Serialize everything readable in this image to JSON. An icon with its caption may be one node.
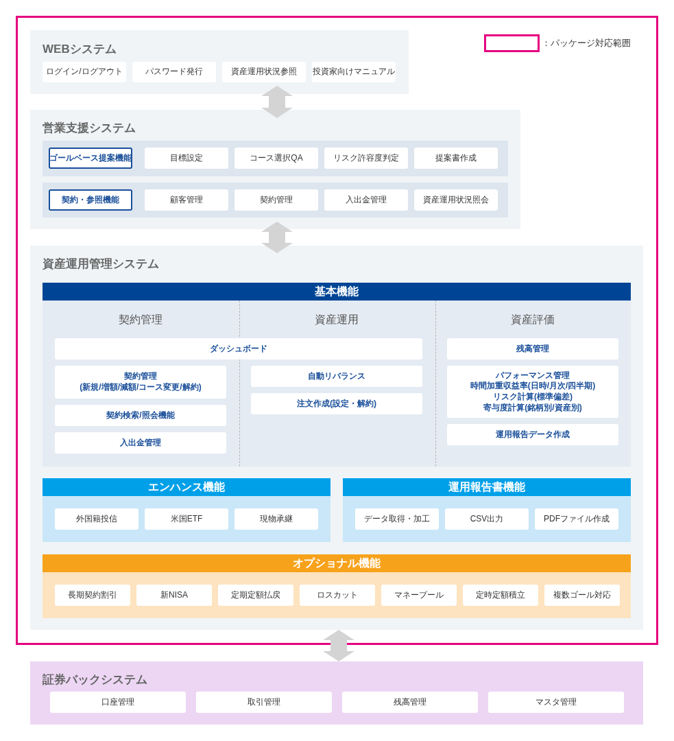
{
  "diagram": {
    "nodes": [
      {
        "text": [],
        "shape": "box"
      },
      {
        "text": [
          "WEBシステム"
        ],
        "in": 0
      },
      {
        "text": [
          "ログイン/ログアウト"
        ],
        "in": 1
      },
      {
        "text": [
          "パスワード発行"
        ],
        "in": 1
      },
      {
        "text": [
          "資産運用状況参照"
        ],
        "in": 1
      },
      {
        "text": [
          "投資家向けマニュアル"
        ],
        "in": 1
      },
      {
        "text": [
          "営業支援システム"
        ],
        "in": 0
      },
      {
        "text": [],
        "shape": "box",
        "in": 6
      },
      {
        "text": [
          "ゴールベース提案機能"
        ],
        "in": 7
      },
      {
        "text": [
          "目標設定"
        ],
        "in": 7
      },
      {
        "text": [
          "コース選択QA"
        ],
        "in": 7
      },
      {
        "text": [
          "リスク許容度判定"
        ],
        "in": 7
      },
      {
        "text": [
          "提案書作成"
        ],
        "in": 7
      },
      {
        "text": [],
        "shape": "box",
        "in": 6
      },
      {
        "text": [
          "契約・参照機能"
        ],
        "in": 13
      },
      {
        "text": [
          "顧客管理"
        ],
        "in": 13
      },
      {
        "text": [
          "契約管理"
        ],
        "in": 13
      },
      {
        "text": [
          "入出金管理"
        ],
        "in": 13
      },
      {
        "text": [
          "資産運用状況照会"
        ],
        "in": 13
      },
      {
        "text": [
          "資産運用管理システム"
        ],
        "in": 0
      },
      {
        "text": [
          "基本機能",
          "契約管理",
          "資産運用",
          "資産評価"
        ],
        "in": 19
      },
      {
        "text": [
          "ダッシュボード"
        ],
        "in": 20
      },
      {
        "text": [
          "契約管理",
          "(新規/増額/減額/コース変更/解約)"
        ],
        "in": 20
      },
      {
        "text": [
          "契約検索/照会機能"
        ],
        "in": 20
      },
      {
        "text": [
          "入出金管理"
        ],
        "in": 20
      },
      {
        "text": [
          "自動リバランス"
        ],
        "in": 20
      },
      {
        "text": [
          "注文作成(設定・解約)"
        ],
        "in": 20
      },
      {
        "text": [
          "残高管理"
        ],
        "in": 20
      },
      {
        "text": [
          "パフォーマンス管理",
          "時間加重収益率(日時/月次/四半期)",
          "リスク計算(標準偏差)",
          "寄与度計算(銘柄別/資産別)"
        ],
        "in": 20
      },
      {
        "text": [
          "運用報告データ作成"
        ],
        "in": 20
      },
      {
        "text": [
          "エンハンス機能"
        ],
        "in": 19
      },
      {
        "text": [
          "外国籍投信"
        ],
        "in": 30
      },
      {
        "text": [
          "米国ETF"
        ],
        "in": 30
      },
      {
        "text": [
          "現物承継"
        ],
        "in": 30
      },
      {
        "text": [
          "運用報告書機能"
        ],
        "in": 19
      },
      {
        "text": [
          "データ取得・加工"
        ],
        "in": 34
      },
      {
        "text": [
          "CSV出力"
        ],
        "in": 34
      },
      {
        "text": [
          "PDFファイル作成"
        ],
        "in": 34
      },
      {
        "text": [
          "オプショナル機能"
        ],
        "in": 19
      },
      {
        "text": [
          "長期契約割引"
        ],
        "in": 38
      },
      {
        "text": [
          "新NISA"
        ],
        "in": 38
      },
      {
        "text": [
          "定期定額払戻"
        ],
        "in": 38
      },
      {
        "text": [
          "ロスカット"
        ],
        "in": 38
      },
      {
        "text": [
          "マネープール"
        ],
        "in": 38
      },
      {
        "text": [
          "定時定額積立"
        ],
        "in": 38
      },
      {
        "text": [
          "複数ゴール対応"
        ],
        "in": 38
      },
      {
        "text": [
          "証券バックシステム"
        ]
      },
      {
        "text": [
          "口座管理"
        ],
        "in": 46
      },
      {
        "text": [
          "取引管理"
        ],
        "in": 46
      },
      {
        "text": [
          "残高管理"
        ],
        "in": 46
      },
      {
        "text": [
          "マスタ管理"
        ],
        "in": 46
      }
    ],
    "edges": [
      {
        "from": 1,
        "to": 6,
        "arrow": "both"
      },
      {
        "from": 6,
        "to": 19,
        "arrow": "both"
      },
      {
        "from": 19,
        "to": 46,
        "arrow": "both"
      }
    ],
    "legend": [
      {
        "text": "：パッケージ対応範囲"
      }
    ]
  }
}
